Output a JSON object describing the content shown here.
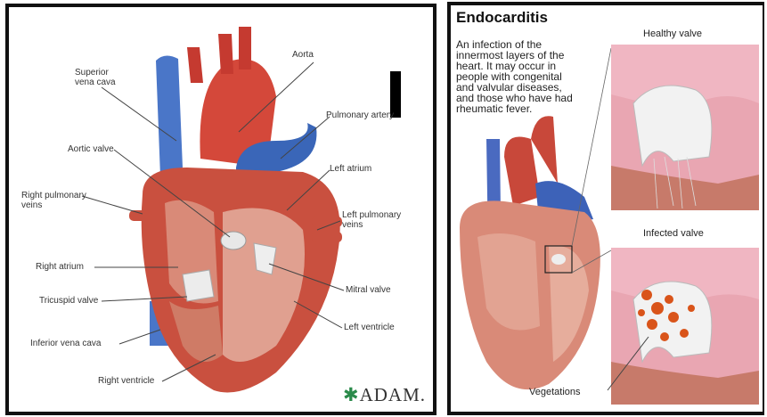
{
  "left": {
    "labels": {
      "aorta": "Aorta",
      "superior_vena_cava": "Superior\nvena cava",
      "pulmonary_artery": "Pulmonary artery",
      "aortic_valve": "Aortic valve",
      "left_atrium": "Left atrium",
      "right_pulmonary_veins": "Right pulmonary\nveins",
      "left_pulmonary_veins": "Left pulmonary\nveins",
      "right_atrium": "Right atrium",
      "tricuspid_valve": "Tricuspid valve",
      "mitral_valve": "Mitral valve",
      "left_ventricle": "Left ventricle",
      "inferior_vena_cava": "Inferior vena cava",
      "right_ventricle": "Right ventricle"
    },
    "logo": "ADAM."
  },
  "right": {
    "title": "Endocarditis",
    "description": "An infection of the\ninnermost layers of the\nheart. It may occur in\npeople with congenital\nand valvular diseases,\nand those who have had\nrheumatic fever.",
    "healthy_caption": "Healthy valve",
    "infected_caption": "Infected valve",
    "vegetations_label": "Vegetations"
  },
  "colors": {
    "vein_blue": "#4a76c8",
    "heart_red": "#c9503f",
    "muscle": "#d98a78",
    "valve_bg": "#e9a6b2"
  }
}
